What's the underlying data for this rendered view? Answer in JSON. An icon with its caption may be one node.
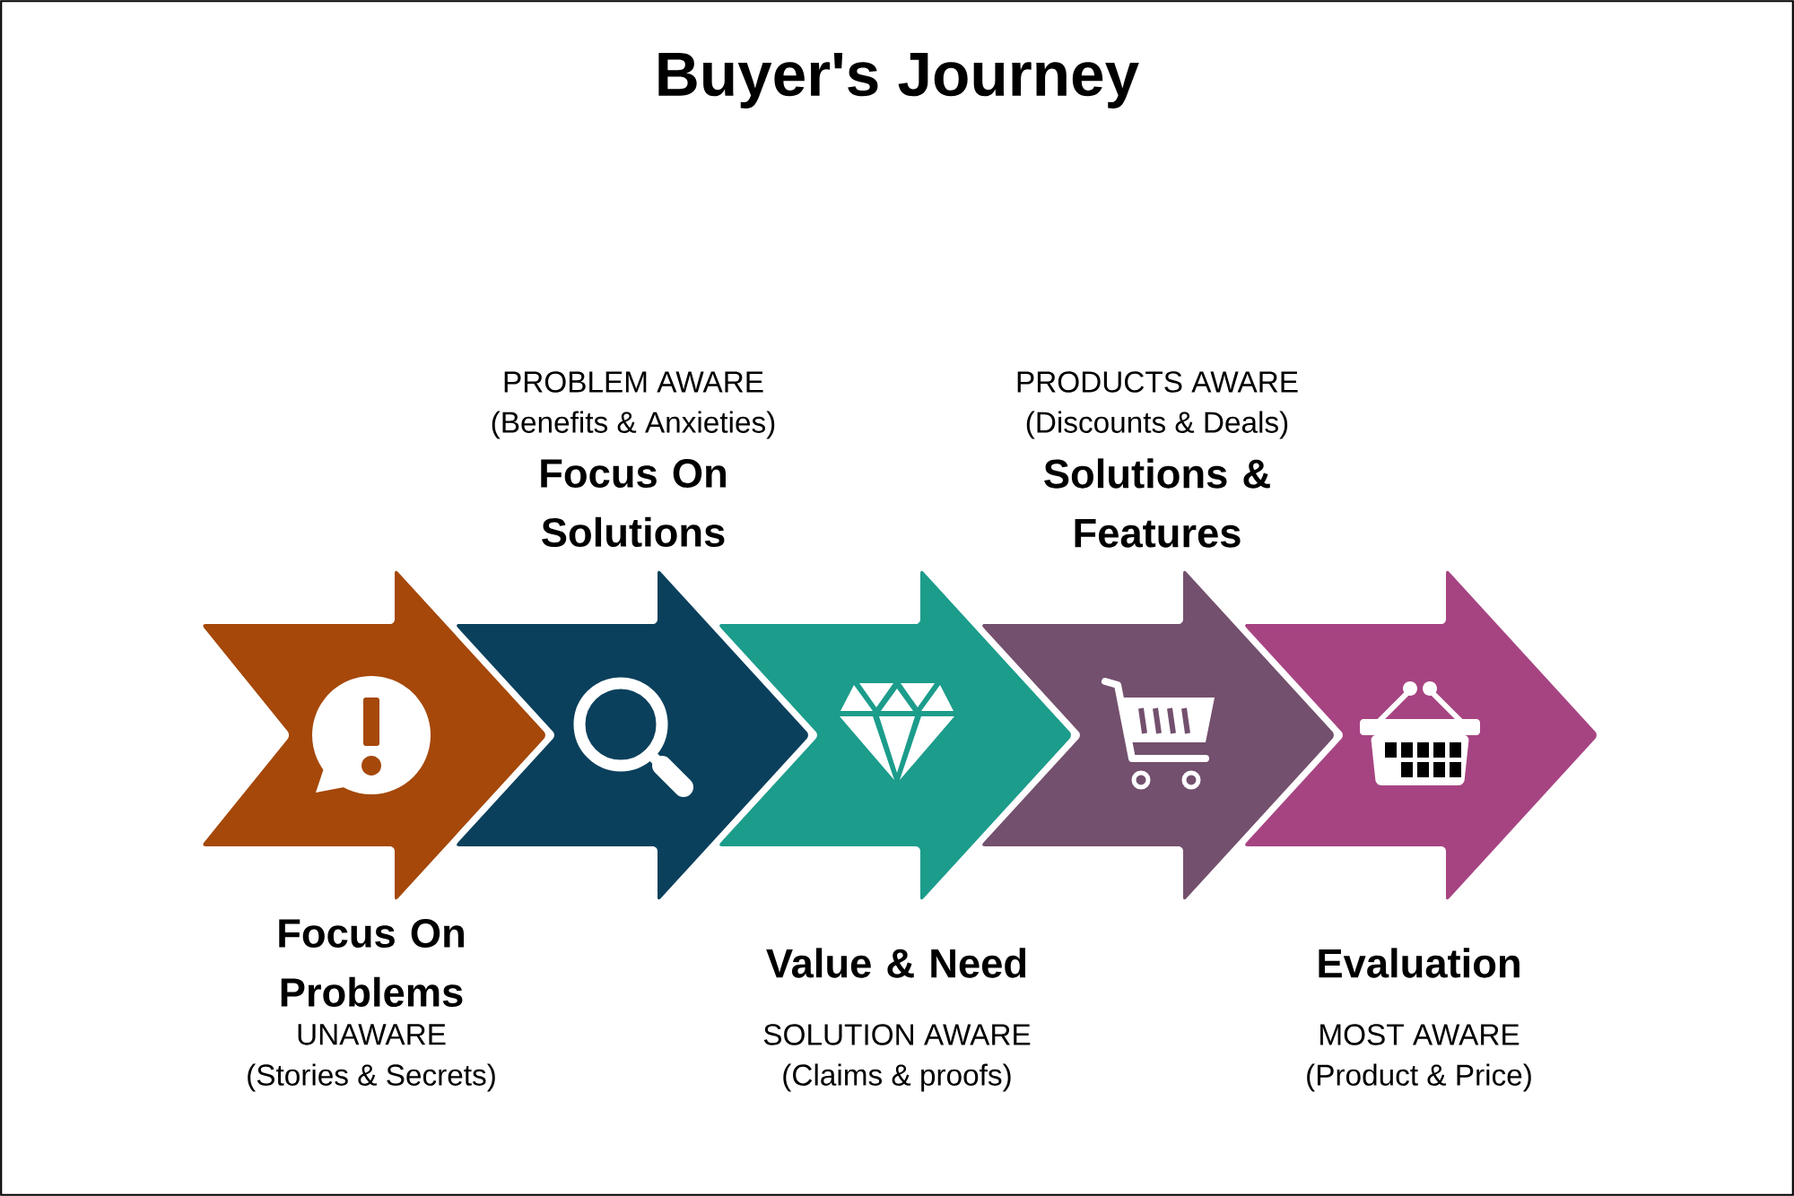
{
  "diagram": {
    "title": "Buyer's Journey",
    "nodes": [
      {
        "text": [
          "Focus On Problems"
        ],
        "beside": [
          "UNAWARE",
          "(Stories & Secrets)"
        ]
      },
      {
        "text": [
          "Focus On Solutions"
        ],
        "beside": [
          "PROBLEM AWARE",
          "(Benefits & Anxieties)"
        ]
      },
      {
        "text": [
          "Value & Need"
        ],
        "beside": [
          "SOLUTION AWARE",
          "(Claims & proofs)"
        ]
      },
      {
        "text": [
          "Solutions & Features"
        ],
        "beside": [
          "PRODUCTS AWARE",
          "(Discounts & Deals)"
        ]
      },
      {
        "text": [
          "Evaluation"
        ],
        "beside": [
          "MOST AWARE",
          "(Product & Price)"
        ]
      }
    ]
  }
}
